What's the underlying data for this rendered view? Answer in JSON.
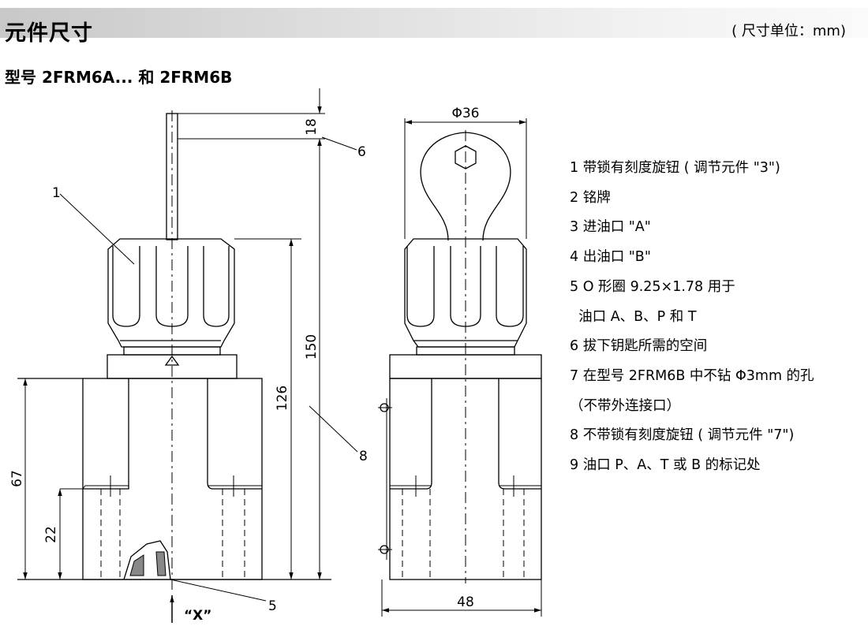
{
  "header": {
    "title": "元件尺寸",
    "unit_note": "( 尺寸单位：mm)"
  },
  "model_heading": "型号 2FRM6A... 和 2FRM6B",
  "drawing": {
    "view_label": "“X”",
    "dims": {
      "d18": "18",
      "d150": "150",
      "d126": "126",
      "d67": "67",
      "d22": "22",
      "phi36": "Φ36",
      "d48": "48"
    },
    "callouts": {
      "c1": "1",
      "c5": "5",
      "c6": "6",
      "c8": "8"
    }
  },
  "legend": [
    "1 带锁有刻度旋钮 ( 调节元件 \"3\")",
    "2 铭牌",
    "3 进油口 \"A\"",
    "4 出油口 \"B\"",
    "5 O 形圈 9.25×1.78 用于",
    "  油口 A、B、P 和 T",
    "6 拔下钥匙所需的空间",
    "7 在型号 2FRM6B 中不钻 Φ3mm 的孔",
    "（不带外连接口）",
    "8 不带锁有刻度旋钮 ( 调节元件 \"7\")",
    "9 油口 P、A、T 或 B 的标记处"
  ]
}
